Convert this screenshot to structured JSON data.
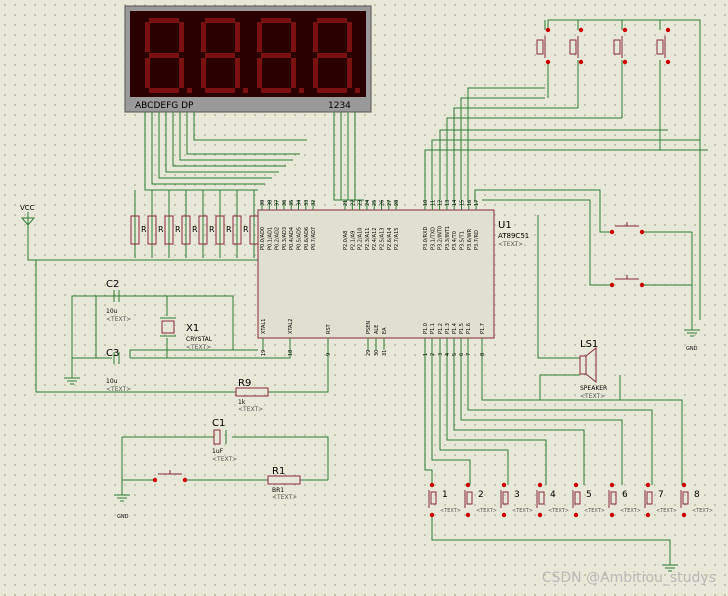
{
  "display": {
    "segments_label": "ABCDEFG  DP",
    "digits_label": "1234",
    "digit_count": 4
  },
  "mcu": {
    "ref": "U1",
    "part": "AT89C51",
    "text": "<TEXT>",
    "top_pin_numbers": [
      "39",
      "38",
      "37",
      "36",
      "35",
      "34",
      "33",
      "32",
      "21",
      "22",
      "23",
      "24",
      "25",
      "26",
      "27",
      "28",
      "10",
      "11",
      "12",
      "13",
      "14",
      "15",
      "16",
      "17"
    ],
    "top_pin_labels": [
      "P0.0/AD0",
      "P0.1/AD1",
      "P0.2/AD2",
      "P0.3/AD3",
      "P0.4/AD4",
      "P0.5/AD5",
      "P0.6/AD6",
      "P0.7/AD7",
      "P2.0/A8",
      "P2.1/A9",
      "P2.2/A10",
      "P2.3/A11",
      "P2.4/A12",
      "P2.5/A13",
      "P2.6/A14",
      "P2.7/A15",
      "P3.0/RXD",
      "P3.1/TXD",
      "P3.2/INT0",
      "P3.3/INT1",
      "P3.4/T0",
      "P3.5/T1",
      "P3.6/WR",
      "P3.7/RD"
    ],
    "bottom_pin_labels": [
      "XTAL1",
      "XTAL2",
      "RST",
      "PSEN",
      "ALE",
      "EA",
      "P1.0",
      "P1.1",
      "P1.2",
      "P1.3",
      "P1.4",
      "P1.5",
      "P1.6",
      "P1.7"
    ],
    "bottom_pin_numbers": [
      "19",
      "18",
      "9",
      "29",
      "30",
      "31",
      "1",
      "2",
      "3",
      "4",
      "5",
      "6",
      "7",
      "8"
    ]
  },
  "components": {
    "vcc": "VCC",
    "gnd": "GND",
    "c2": {
      "ref": "C2",
      "value": "10u",
      "text": "<TEXT>"
    },
    "c3": {
      "ref": "C3",
      "value": "10u",
      "text": "<TEXT>"
    },
    "x1": {
      "ref": "X1",
      "value": "CRYSTAL",
      "text": "<TEXT>"
    },
    "r9": {
      "ref": "R9",
      "value": "1k",
      "text": "<TEXT>"
    },
    "c1": {
      "ref": "C1",
      "value": "1uF",
      "text": "<TEXT>"
    },
    "r1": {
      "ref": "R1",
      "value": "BR1",
      "text": "<TEXT>"
    },
    "ls1": {
      "ref": "LS1",
      "value": "SPEAKER",
      "text": "<TEXT>"
    },
    "resistors": [
      "R",
      "R",
      "R",
      "R",
      "R",
      "R",
      "R",
      "R"
    ]
  },
  "keys": [
    "1",
    "2",
    "3",
    "4",
    "5",
    "6",
    "7",
    "8"
  ],
  "key_text": "<TEXT>",
  "watermark": "CSDN @Ambitiou_studys",
  "colors": {
    "wire": "#2e7d32",
    "outline": "#8a2a3a",
    "segment": "#7a1010",
    "display_bg": "#2a0000",
    "pin_dot": "#cc0000"
  }
}
